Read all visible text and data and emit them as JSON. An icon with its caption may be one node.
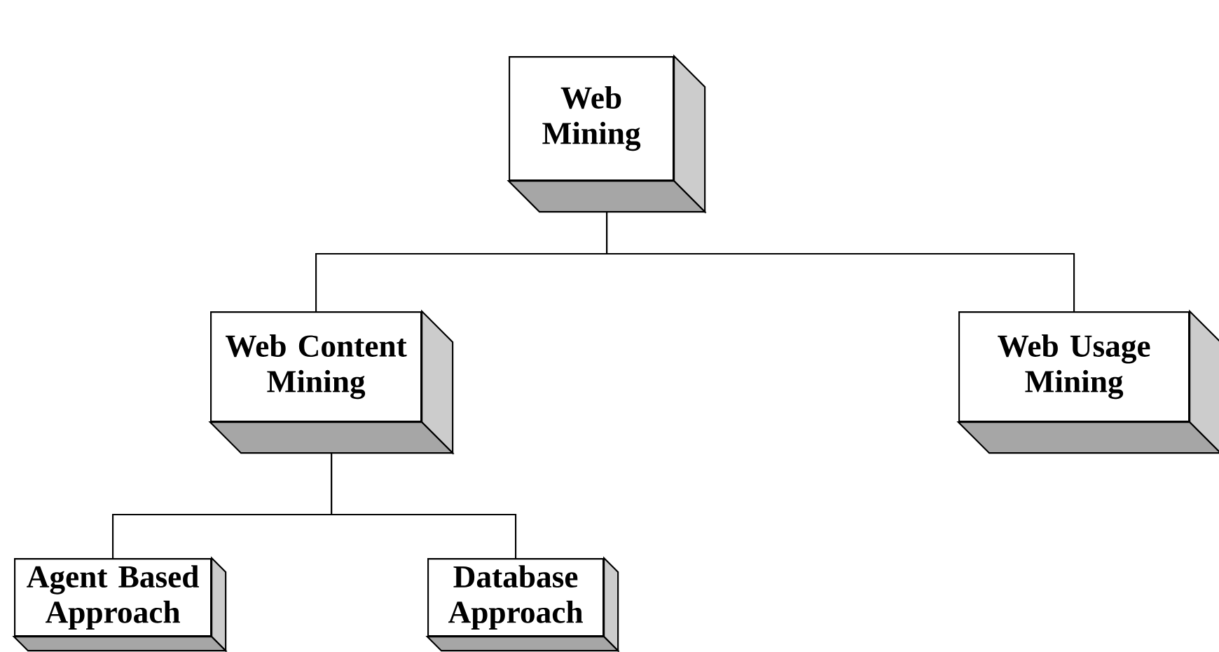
{
  "diagram": {
    "nodes": [
      {
        "text": [
          "Web Mining"
        ]
      },
      {
        "text": [
          "Web Content Mining"
        ]
      },
      {
        "text": [
          "Web Usage Mining"
        ]
      },
      {
        "text": [
          "Agent Based Approach"
        ]
      },
      {
        "text": [
          "Database Approach"
        ]
      }
    ],
    "edges": [
      {
        "from": 0,
        "to": 1,
        "arrow": "none"
      },
      {
        "from": 0,
        "to": 2,
        "arrow": "none"
      },
      {
        "from": 1,
        "to": 3,
        "arrow": "none"
      },
      {
        "from": 1,
        "to": 4,
        "arrow": "none"
      }
    ]
  }
}
